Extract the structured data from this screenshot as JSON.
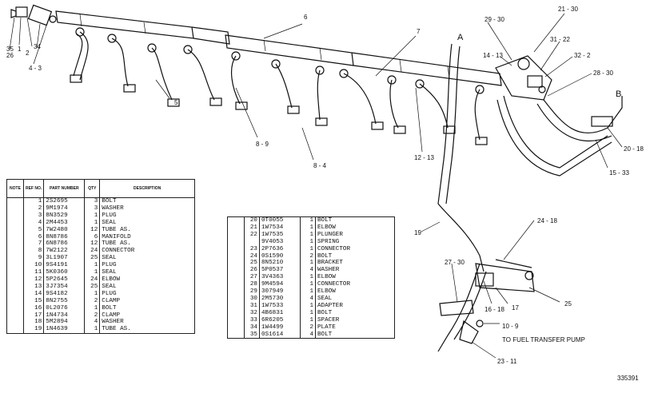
{
  "table1": {
    "headers": {
      "note": "NOTE",
      "ref": "REF NO.",
      "part": "PART NUMBER",
      "qty": "QTY",
      "desc": "DESCRIPTION"
    },
    "rows": [
      {
        "ref": "1",
        "part": "2S2695",
        "qty": "3",
        "desc": "BOLT"
      },
      {
        "ref": "2",
        "part": "9M1974",
        "qty": "3",
        "desc": "WASHER"
      },
      {
        "ref": "3",
        "part": "8N3529",
        "qty": "1",
        "desc": "PLUG"
      },
      {
        "ref": "4",
        "part": "2M4453",
        "qty": "1",
        "desc": "SEAL"
      },
      {
        "ref": "5",
        "part": "7W2480",
        "qty": "12",
        "desc": "TUBE AS."
      },
      {
        "ref": "6",
        "part": "8N8786",
        "qty": "6",
        "desc": "MANIFOLD"
      },
      {
        "ref": "7",
        "part": "6N8786",
        "qty": "12",
        "desc": "TUBE AS."
      },
      {
        "ref": "8",
        "part": "7W2122",
        "qty": "24",
        "desc": "CONNECTOR"
      },
      {
        "ref": "9",
        "part": "3L1907",
        "qty": "25",
        "desc": "SEAL"
      },
      {
        "ref": "10",
        "part": "9S4191",
        "qty": "1",
        "desc": "PLUG"
      },
      {
        "ref": "11",
        "part": "5K0360",
        "qty": "1",
        "desc": "SEAL"
      },
      {
        "ref": "12",
        "part": "5P2645",
        "qty": "24",
        "desc": "ELBOW"
      },
      {
        "ref": "13",
        "part": "3J7354",
        "qty": "25",
        "desc": "SEAL"
      },
      {
        "ref": "14",
        "part": "9S4182",
        "qty": "1",
        "desc": "PLUG"
      },
      {
        "ref": "15",
        "part": "8N2755",
        "qty": "2",
        "desc": "CLAMP"
      },
      {
        "ref": "16",
        "part": "0L2076",
        "qty": "1",
        "desc": "BOLT"
      },
      {
        "ref": "17",
        "part": "1N4734",
        "qty": "2",
        "desc": "CLAMP"
      },
      {
        "ref": "18",
        "part": "5M2894",
        "qty": "4",
        "desc": "WASHER"
      },
      {
        "ref": "19",
        "part": "1N4639",
        "qty": "1",
        "desc": "TUBE AS."
      }
    ]
  },
  "table2": {
    "rows": [
      {
        "ref": "20",
        "part": "0T0055",
        "qty": "1",
        "desc": "BOLT"
      },
      {
        "ref": "21",
        "part": "1W7534",
        "qty": "1",
        "desc": "ELBOW"
      },
      {
        "ref": "22",
        "part": "1W7535",
        "qty": "1",
        "desc": "PLUNGER"
      },
      {
        "ref": "",
        "part": "9V4053",
        "qty": "1",
        "desc": "SPRING"
      },
      {
        "ref": "23",
        "part": "2P7636",
        "qty": "1",
        "desc": "CONNECTOR"
      },
      {
        "ref": "24",
        "part": "0S1590",
        "qty": "2",
        "desc": "BOLT"
      },
      {
        "ref": "25",
        "part": "8N5210",
        "qty": "1",
        "desc": "BRACKET"
      },
      {
        "ref": "26",
        "part": "5P0537",
        "qty": "4",
        "desc": "WASHER"
      },
      {
        "ref": "27",
        "part": "3V4363",
        "qty": "1",
        "desc": "ELBOW"
      },
      {
        "ref": "28",
        "part": "9M4594",
        "qty": "1",
        "desc": "CONNECTOR"
      },
      {
        "ref": "29",
        "part": "307949",
        "qty": "1",
        "desc": "ELBOW"
      },
      {
        "ref": "30",
        "part": "2M5730",
        "qty": "4",
        "desc": "SEAL"
      },
      {
        "ref": "31",
        "part": "1W7533",
        "qty": "1",
        "desc": "ADAPTER"
      },
      {
        "ref": "32",
        "part": "4B6831",
        "qty": "1",
        "desc": "BOLT"
      },
      {
        "ref": "33",
        "part": "6R6205",
        "qty": "1",
        "desc": "SPACER"
      },
      {
        "ref": "34",
        "part": "1W4499",
        "qty": "2",
        "desc": "PLATE"
      },
      {
        "ref": "35",
        "part": "0S1614",
        "qty": "4",
        "desc": "BOLT"
      }
    ]
  },
  "diagram": {
    "callouts": {
      "c1": "1",
      "c2": "2",
      "c34": "34",
      "c35": "35",
      "c26": "26",
      "c4_3": "4 - 3",
      "c6": "6",
      "c5": "5",
      "c7": "7",
      "c8_9": "8 - 9",
      "c8_4": "8 - 4",
      "c12_13": "12 - 13",
      "c29_30": "29 - 30",
      "c21_30": "21 - 30",
      "c14_13": "14 - 13",
      "c31_22": "31 - 22",
      "c32_2": "32 - 2",
      "c28_30": "28 - 30",
      "c20_18": "20 - 18",
      "c15_33": "15 - 33",
      "c24_18": "24 - 18",
      "c19": "19",
      "c27_30": "27 - 30",
      "c16_18": "16 - 18",
      "c17": "17",
      "c25": "25",
      "c10_9": "10 - 9",
      "c23_11": "23 - 11"
    },
    "letter_a": "A",
    "letter_b": "B",
    "note_fuel": "TO FUEL TRANSFER PUMP",
    "figure_number": "335391"
  }
}
